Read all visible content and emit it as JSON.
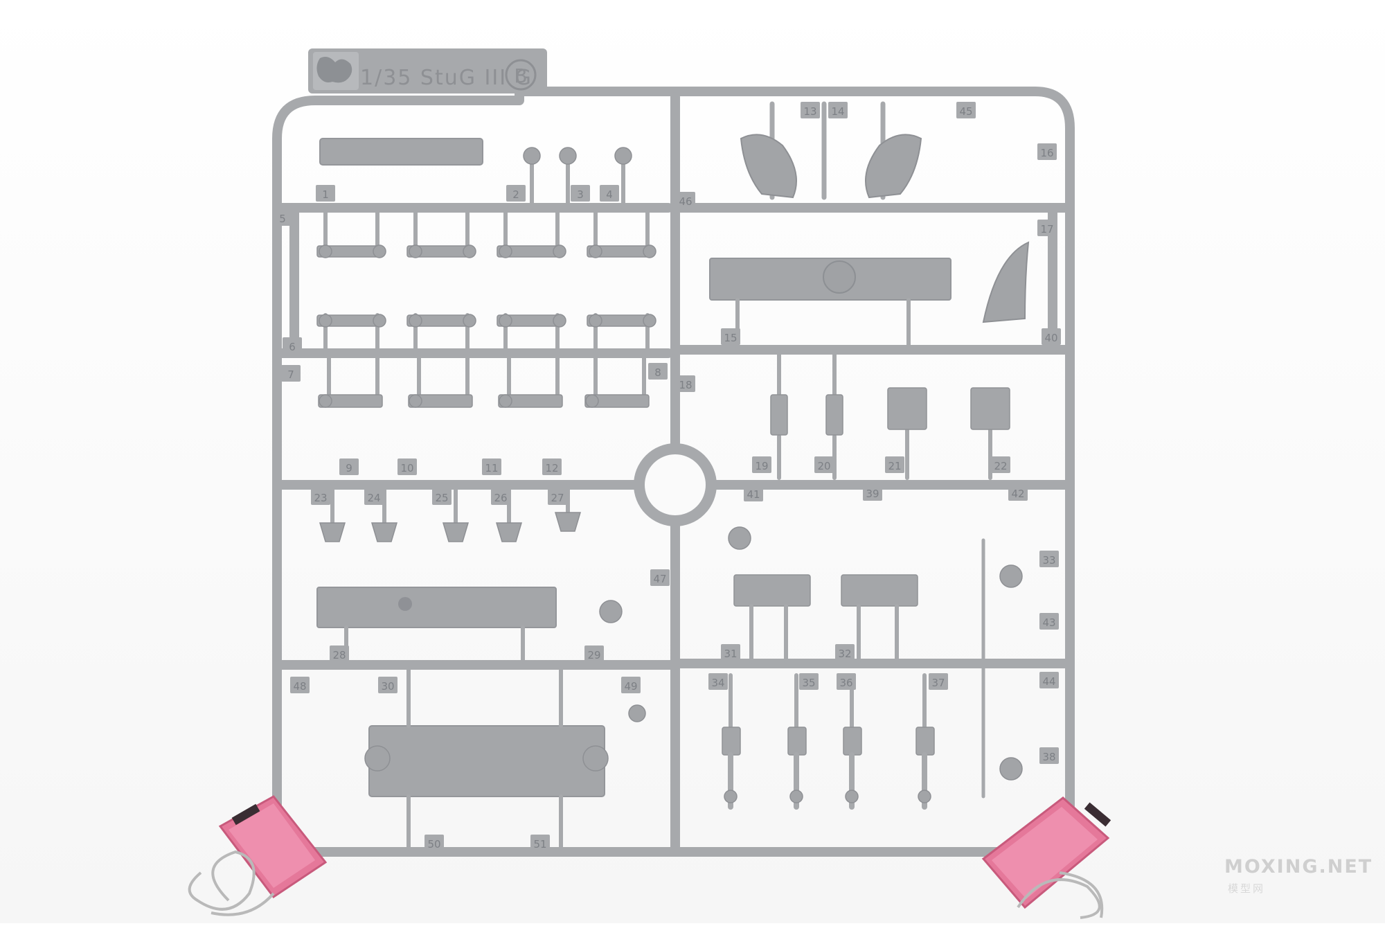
{
  "sprue": {
    "title": "1/35 StuG III G",
    "letter": "B",
    "part_numbers": [
      "1",
      "2",
      "3",
      "4",
      "5",
      "6",
      "7",
      "8",
      "9",
      "10",
      "11",
      "12",
      "13",
      "14",
      "15",
      "16",
      "17",
      "18",
      "19",
      "20",
      "21",
      "22",
      "23",
      "24",
      "25",
      "26",
      "27",
      "28",
      "29",
      "30",
      "31",
      "32",
      "33",
      "34",
      "35",
      "36",
      "37",
      "38",
      "39",
      "40",
      "41",
      "42",
      "43",
      "44",
      "45",
      "46",
      "47",
      "48",
      "49",
      "50",
      "51"
    ]
  },
  "watermark": {
    "site": "MOXING.NET",
    "cn": "模型网"
  },
  "colors": {
    "sprue_gray": "#a7a9ac",
    "clip_pink": "#e5789a",
    "background": "#ffffff"
  }
}
